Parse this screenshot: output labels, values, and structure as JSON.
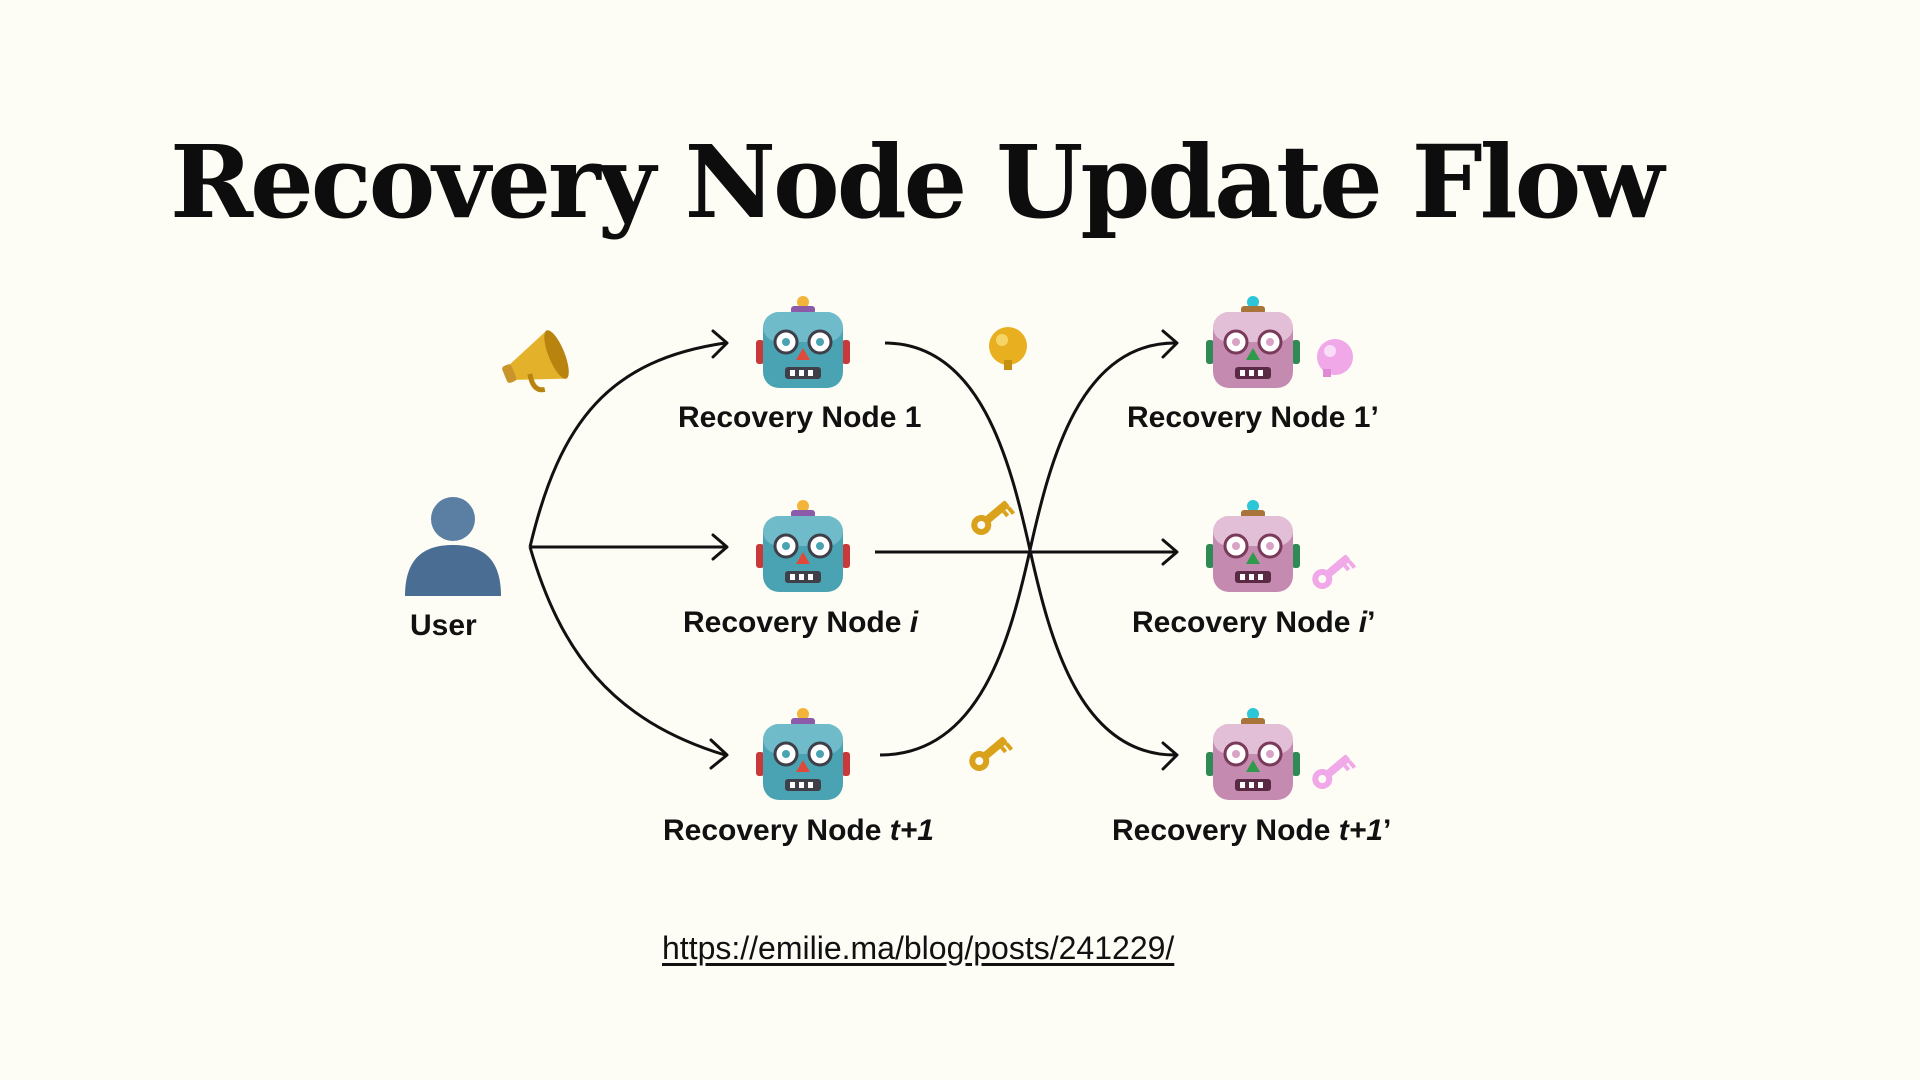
{
  "title": "Recovery Node Update Flow",
  "user": {
    "label": "User"
  },
  "old_nodes": [
    {
      "base": "Recovery Node ",
      "italic": "",
      "suffix": "1"
    },
    {
      "base": "Recovery Node ",
      "italic": "i",
      "suffix": ""
    },
    {
      "base": "Recovery Node ",
      "italic": "t+1",
      "suffix": ""
    }
  ],
  "new_nodes": [
    {
      "base": "Recovery Node ",
      "italic": "",
      "suffix": "1’"
    },
    {
      "base": "Recovery Node ",
      "italic": "i",
      "suffix": "’"
    },
    {
      "base": "Recovery Node ",
      "italic": "t+1",
      "suffix": "’"
    }
  ],
  "link": "https://emilie.ma/blog/posts/241229/",
  "icons": {
    "user": "user-silhouette-icon",
    "announce": "megaphone-icon",
    "old_node": "robot-teal-icon",
    "new_node": "robot-pink-icon",
    "old_share": "gold-key-icon",
    "new_share": "pink-key-icon"
  },
  "colors": {
    "background": "#fdfcf5",
    "old_robot": "#4aa3b3",
    "new_robot": "#d9a3c4",
    "old_key": "#e0a81a",
    "new_key": "#f0a8e8"
  }
}
